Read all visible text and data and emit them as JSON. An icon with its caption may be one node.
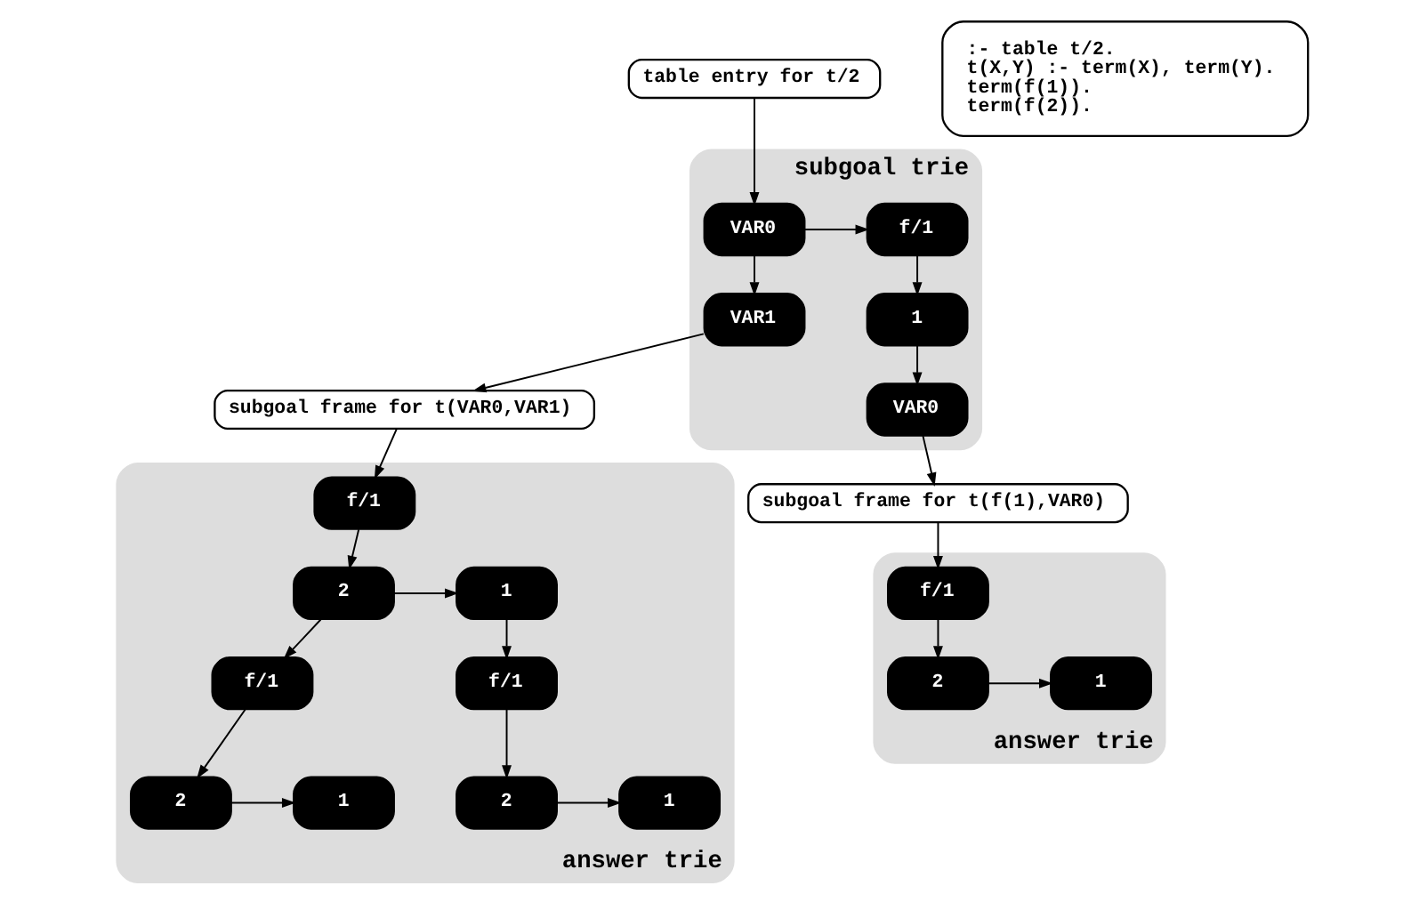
{
  "diagram": {
    "nodes": [
      {
        "text": [
          "table entry for t/2"
        ]
      },
      {
        "text": [
          "subgoal trie"
        ]
      },
      {
        "text": [
          "VAR0"
        ],
        "in": 1
      },
      {
        "text": [
          "VAR1"
        ],
        "in": 1
      },
      {
        "text": [
          "f/1"
        ],
        "in": 1
      },
      {
        "text": [
          "1"
        ],
        "in": 1
      },
      {
        "text": [
          "VAR0"
        ],
        "in": 1
      },
      {
        "text": [
          "subgoal frame for t(VAR0,VAR1)"
        ]
      },
      {
        "text": [
          "answer trie"
        ]
      },
      {
        "text": [
          "f/1"
        ],
        "in": 8
      },
      {
        "text": [
          "2"
        ],
        "in": 8
      },
      {
        "text": [
          "1"
        ],
        "in": 8
      },
      {
        "text": [
          "f/1"
        ],
        "in": 8
      },
      {
        "text": [
          "f/1"
        ],
        "in": 8
      },
      {
        "text": [
          "2"
        ],
        "in": 8
      },
      {
        "text": [
          "1"
        ],
        "in": 8
      },
      {
        "text": [
          "2"
        ],
        "in": 8
      },
      {
        "text": [
          "1"
        ],
        "in": 8
      },
      {
        "text": [
          "subgoal frame for t(f(1),VAR0)"
        ]
      },
      {
        "text": [
          "answer trie"
        ]
      },
      {
        "text": [
          "f/1"
        ],
        "in": 19
      },
      {
        "text": [
          "2"
        ],
        "in": 19
      },
      {
        "text": [
          "1"
        ],
        "in": 19
      },
      {
        "text": [
          ":- table t/2.",
          "t(X,Y) :- term(X), term(Y).",
          "term(f(1)).",
          "term(f(2))."
        ]
      }
    ],
    "edges": [
      {
        "from": 0,
        "to": 2,
        "arrow": "to"
      },
      {
        "from": 2,
        "to": 3,
        "arrow": "to"
      },
      {
        "from": 2,
        "to": 4,
        "arrow": "to"
      },
      {
        "from": 4,
        "to": 5,
        "arrow": "to"
      },
      {
        "from": 5,
        "to": 6,
        "arrow": "to"
      },
      {
        "from": 3,
        "to": 7,
        "arrow": "to"
      },
      {
        "from": 6,
        "to": 18,
        "arrow": "to"
      },
      {
        "from": 7,
        "to": 9,
        "arrow": "to"
      },
      {
        "from": 9,
        "to": 10,
        "arrow": "to"
      },
      {
        "from": 10,
        "to": 12,
        "arrow": "to"
      },
      {
        "from": 10,
        "to": 11,
        "arrow": "to"
      },
      {
        "from": 11,
        "to": 13,
        "arrow": "to"
      },
      {
        "from": 12,
        "to": 14,
        "arrow": "to"
      },
      {
        "from": 14,
        "to": 15,
        "arrow": "to"
      },
      {
        "from": 13,
        "to": 16,
        "arrow": "to"
      },
      {
        "from": 16,
        "to": 17,
        "arrow": "to"
      },
      {
        "from": 18,
        "to": 20,
        "arrow": "to"
      },
      {
        "from": 20,
        "to": 21,
        "arrow": "to"
      },
      {
        "from": 21,
        "to": 22,
        "arrow": "to"
      }
    ]
  }
}
